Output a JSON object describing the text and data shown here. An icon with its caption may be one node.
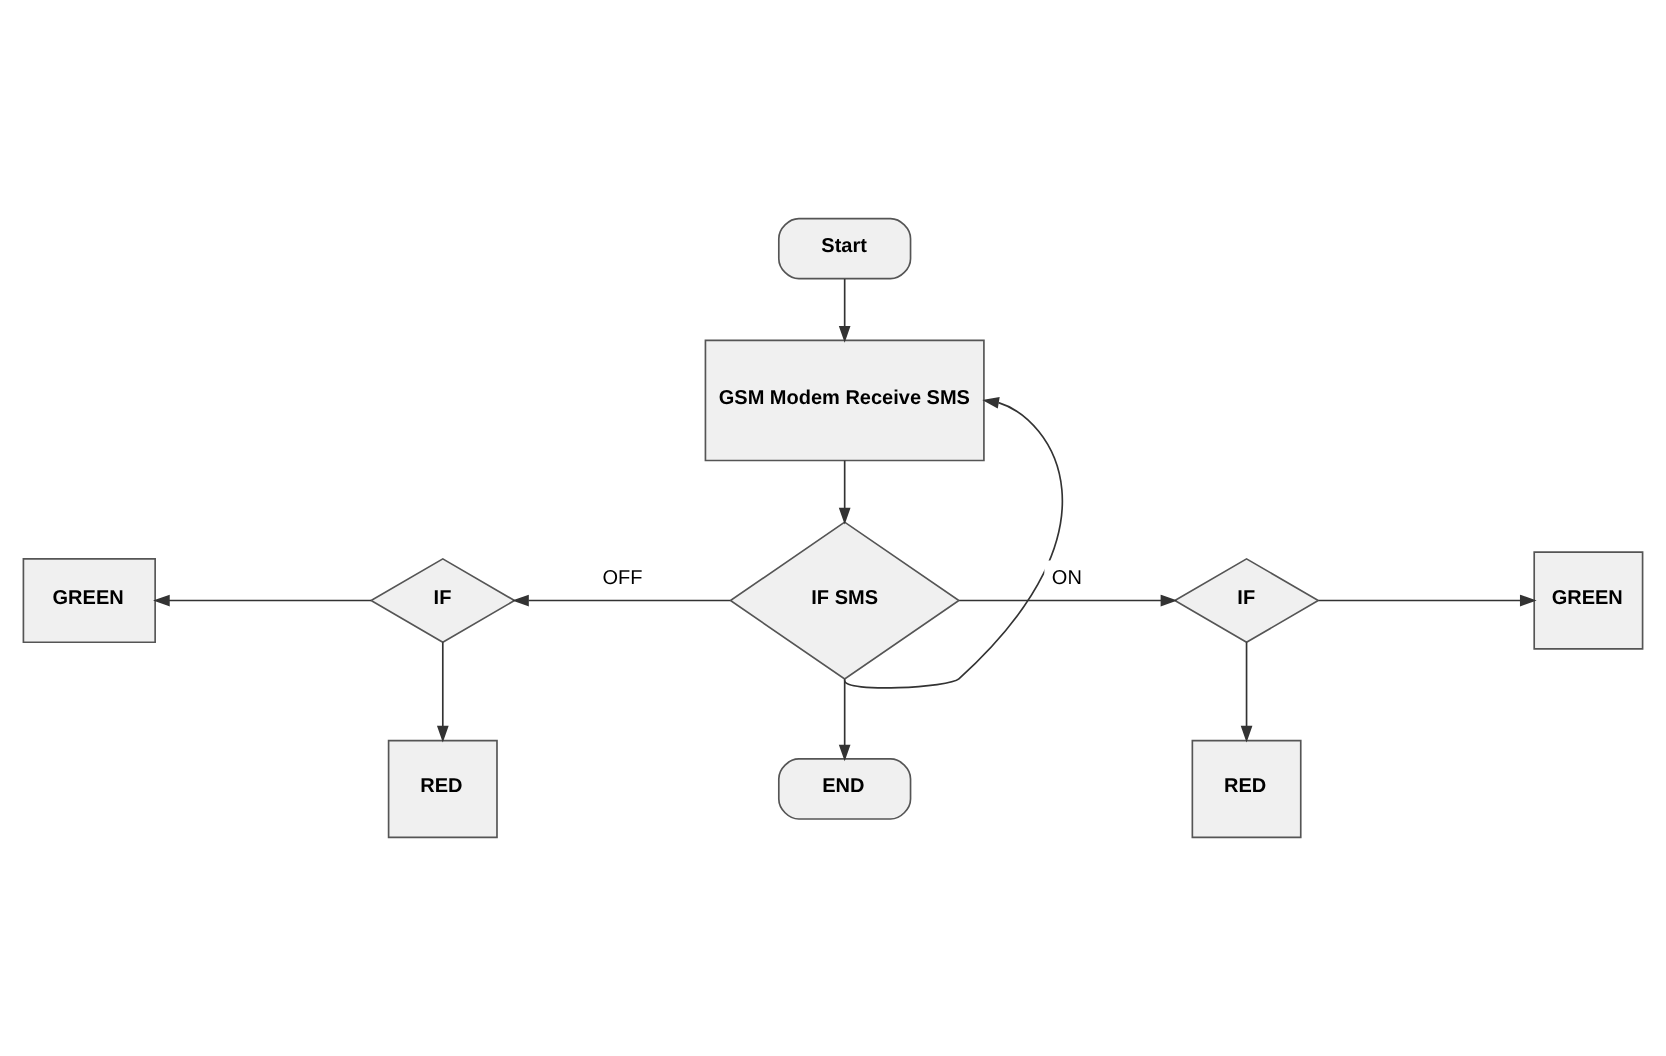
{
  "diagram": {
    "nodes": [
      {
        "text": [
          "Start"
        ]
      },
      {
        "text": [
          "GSM Modem Receive SMS"
        ]
      },
      {
        "text": [
          "IF SMS"
        ]
      },
      {
        "text": [
          "IF"
        ]
      },
      {
        "text": [
          "GREEN"
        ]
      },
      {
        "text": [
          "RED"
        ]
      },
      {
        "text": [
          "IF"
        ]
      },
      {
        "text": [
          "GREEN"
        ]
      },
      {
        "text": [
          "RED"
        ]
      },
      {
        "text": [
          "END"
        ]
      }
    ],
    "edges": [
      {
        "from": 0,
        "to": 1,
        "arrow": "to"
      },
      {
        "from": 1,
        "to": 2,
        "arrow": "to"
      },
      {
        "from": 2,
        "to": 3,
        "arrow": "to",
        "label": "OFF"
      },
      {
        "from": 3,
        "to": 4,
        "arrow": "to"
      },
      {
        "from": 3,
        "to": 5,
        "arrow": "to"
      },
      {
        "from": 2,
        "to": 6,
        "arrow": "to",
        "label": "ON"
      },
      {
        "from": 6,
        "to": 7,
        "arrow": "to"
      },
      {
        "from": 6,
        "to": 8,
        "arrow": "to"
      },
      {
        "from": 2,
        "to": 9,
        "arrow": "to"
      },
      {
        "from": 2,
        "to": 1,
        "arrow": "to"
      }
    ]
  }
}
